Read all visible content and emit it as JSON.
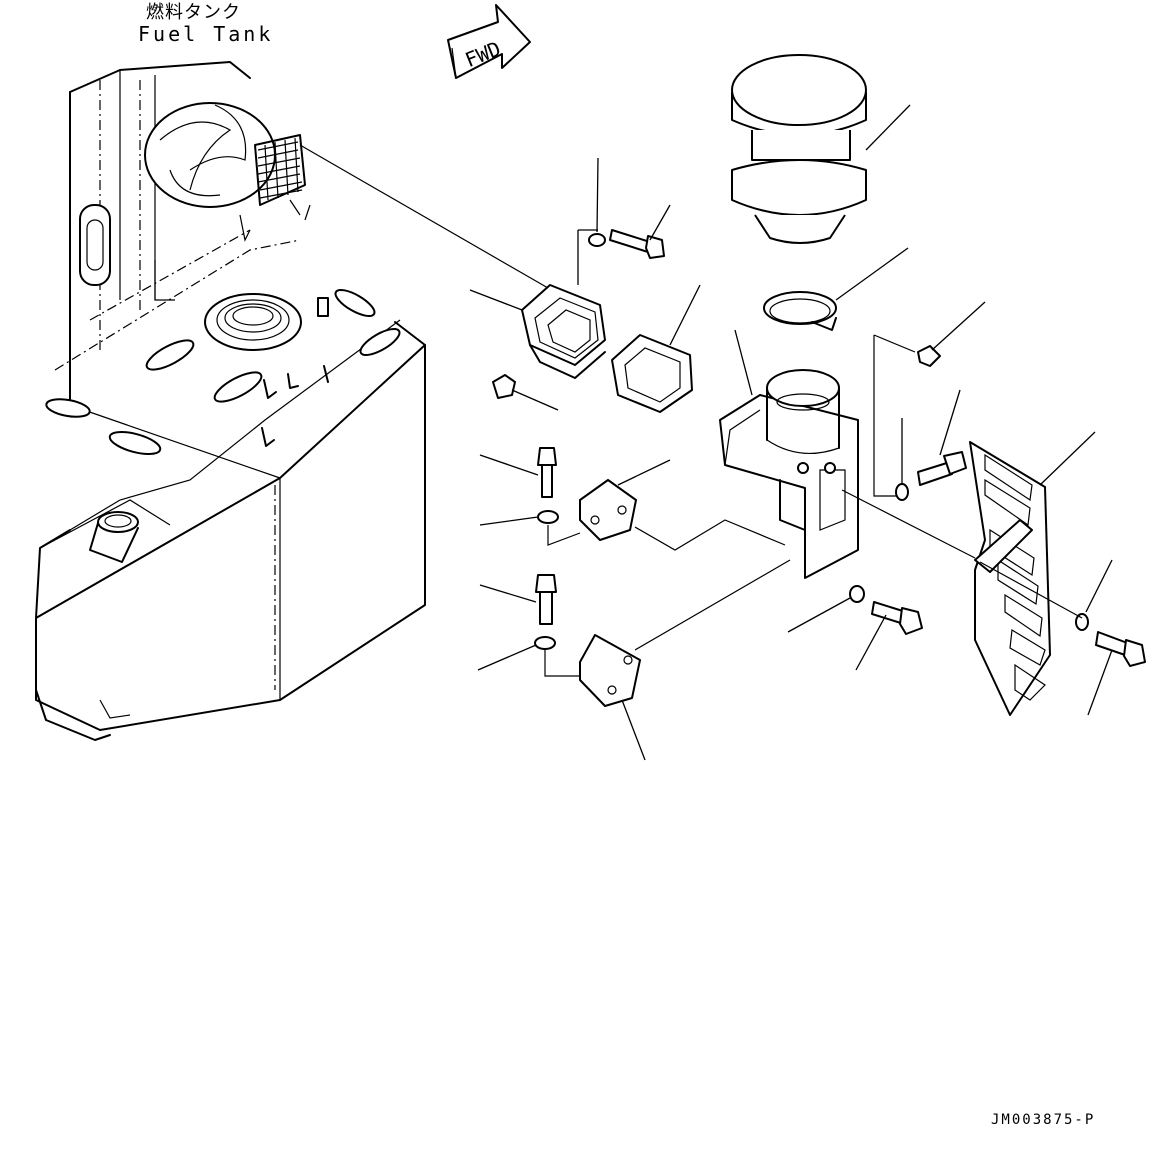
{
  "labels": {
    "fuel_tank_ja": "燃料タンク",
    "fuel_tank_en": "Fuel Tank",
    "forward_arrow": "FWD",
    "drawing_code": "JM003875-P"
  },
  "colors": {
    "line": "#000000",
    "background": "#ffffff"
  }
}
